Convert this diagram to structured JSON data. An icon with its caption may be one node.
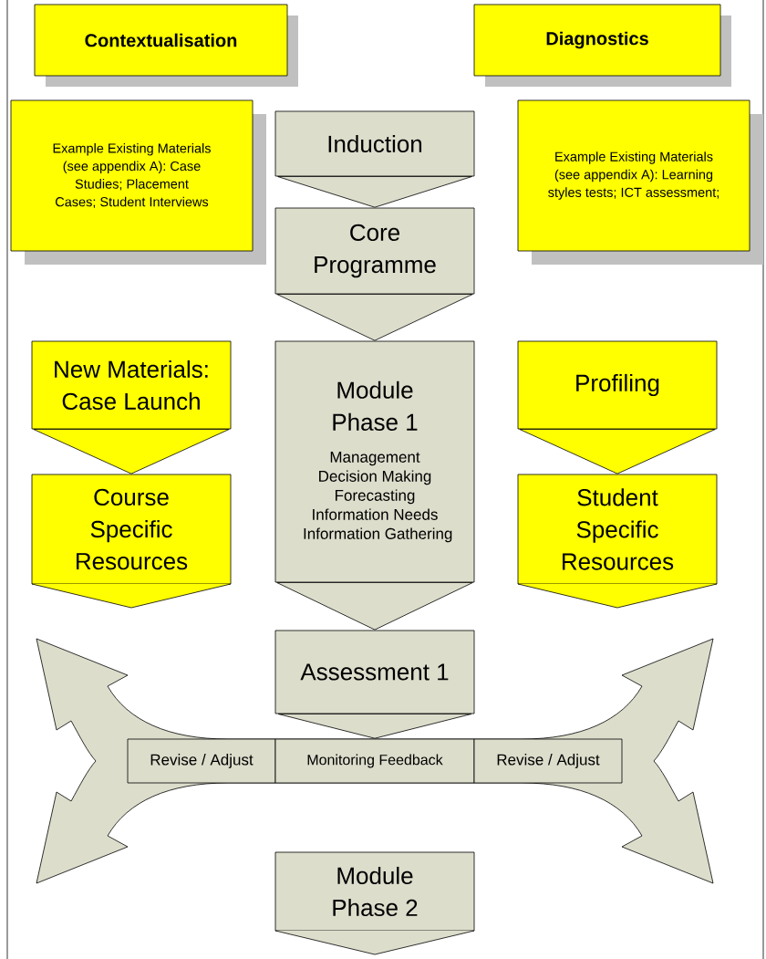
{
  "diagram": {
    "nodes": [
      {
        "text": [
          "Contextualisation"
        ]
      },
      {
        "text": [
          "Diagnostics"
        ]
      },
      {
        "text": [
          "Example Existing Materials (see appendix A): Case Studies; Placement Cases; Student Interviews"
        ]
      },
      {
        "text": [
          "Induction"
        ]
      },
      {
        "text": [
          "Example Existing Materials (see appendix A): Learning styles tests; ICT assessment;"
        ]
      },
      {
        "text": [
          "Core Programme"
        ]
      },
      {
        "text": [
          "New Materials: Case Launch"
        ]
      },
      {
        "text": [
          "Module Phase 1",
          "Management",
          "Decision Making",
          "Forecasting",
          "Information Needs",
          "Information Gathering"
        ]
      },
      {
        "text": [
          "Profiling"
        ]
      },
      {
        "text": [
          "Course Specific Resources"
        ]
      },
      {
        "text": [
          "Student Specific Resources"
        ]
      },
      {
        "text": [
          "Assessment 1"
        ]
      },
      {
        "text": [
          "Revise / Adjust"
        ]
      },
      {
        "text": [
          "Monitoring Feedback"
        ]
      },
      {
        "text": [
          "Revise / Adjust"
        ]
      },
      {
        "text": [
          "Module Phase 2"
        ]
      }
    ],
    "edges": [
      {
        "from": 3,
        "to": 5,
        "arrow": "to"
      },
      {
        "from": 5,
        "to": 7,
        "arrow": "to"
      },
      {
        "from": 7,
        "to": 11,
        "arrow": "to"
      },
      {
        "from": 11,
        "to": 13,
        "arrow": "to"
      },
      {
        "from": 6,
        "to": 9,
        "arrow": "to"
      },
      {
        "from": 8,
        "to": 10,
        "arrow": "to"
      }
    ]
  }
}
